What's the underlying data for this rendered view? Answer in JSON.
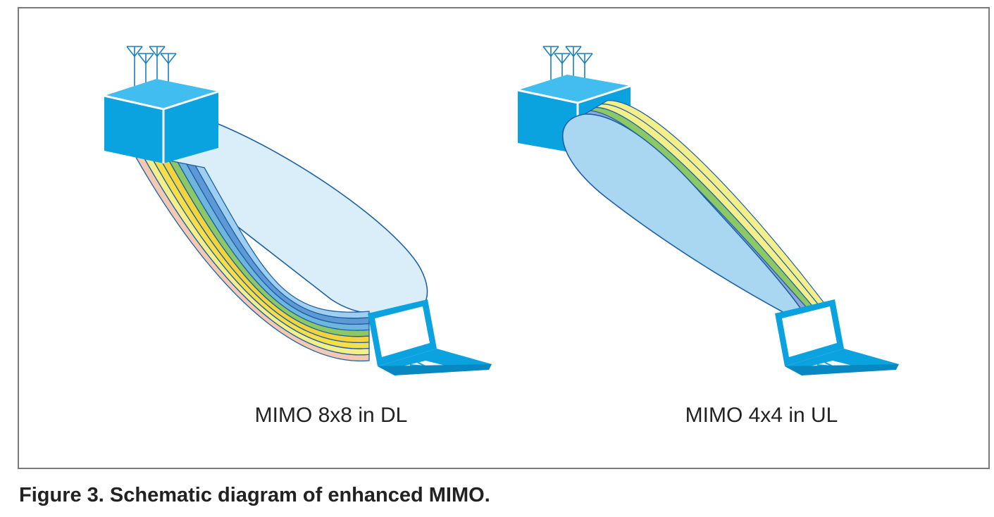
{
  "panels": [
    {
      "id": "dl",
      "label": "MIMO 8x8 in DL",
      "streams": 8
    },
    {
      "id": "ul",
      "label": "MIMO 4x4 in UL",
      "streams": 4
    }
  ],
  "caption": "Figure 3. Schematic diagram of enhanced MIMO.",
  "colors": {
    "equipment": "#0aa3e0",
    "equipment_dark": "#0788c0",
    "equipment_light": "#41bdf0",
    "beam_fill": "#d9eef9",
    "beam_fill_ul": "#a9d7f2",
    "beam_stroke": "#1e5fa3",
    "stream_colors": [
      "#f3c9b3",
      "#f4ef8a",
      "#f8de48",
      "#f5d33a",
      "#8cc865",
      "#6eb6de",
      "#5e99d6",
      "#9fcff0"
    ],
    "stream_colors_ul": [
      "#8ea7d8",
      "#8cc865",
      "#f4ef8a",
      "#f4ef8a"
    ]
  },
  "icons": [
    "antenna-array-icon",
    "base-station-icon",
    "laptop-icon"
  ]
}
